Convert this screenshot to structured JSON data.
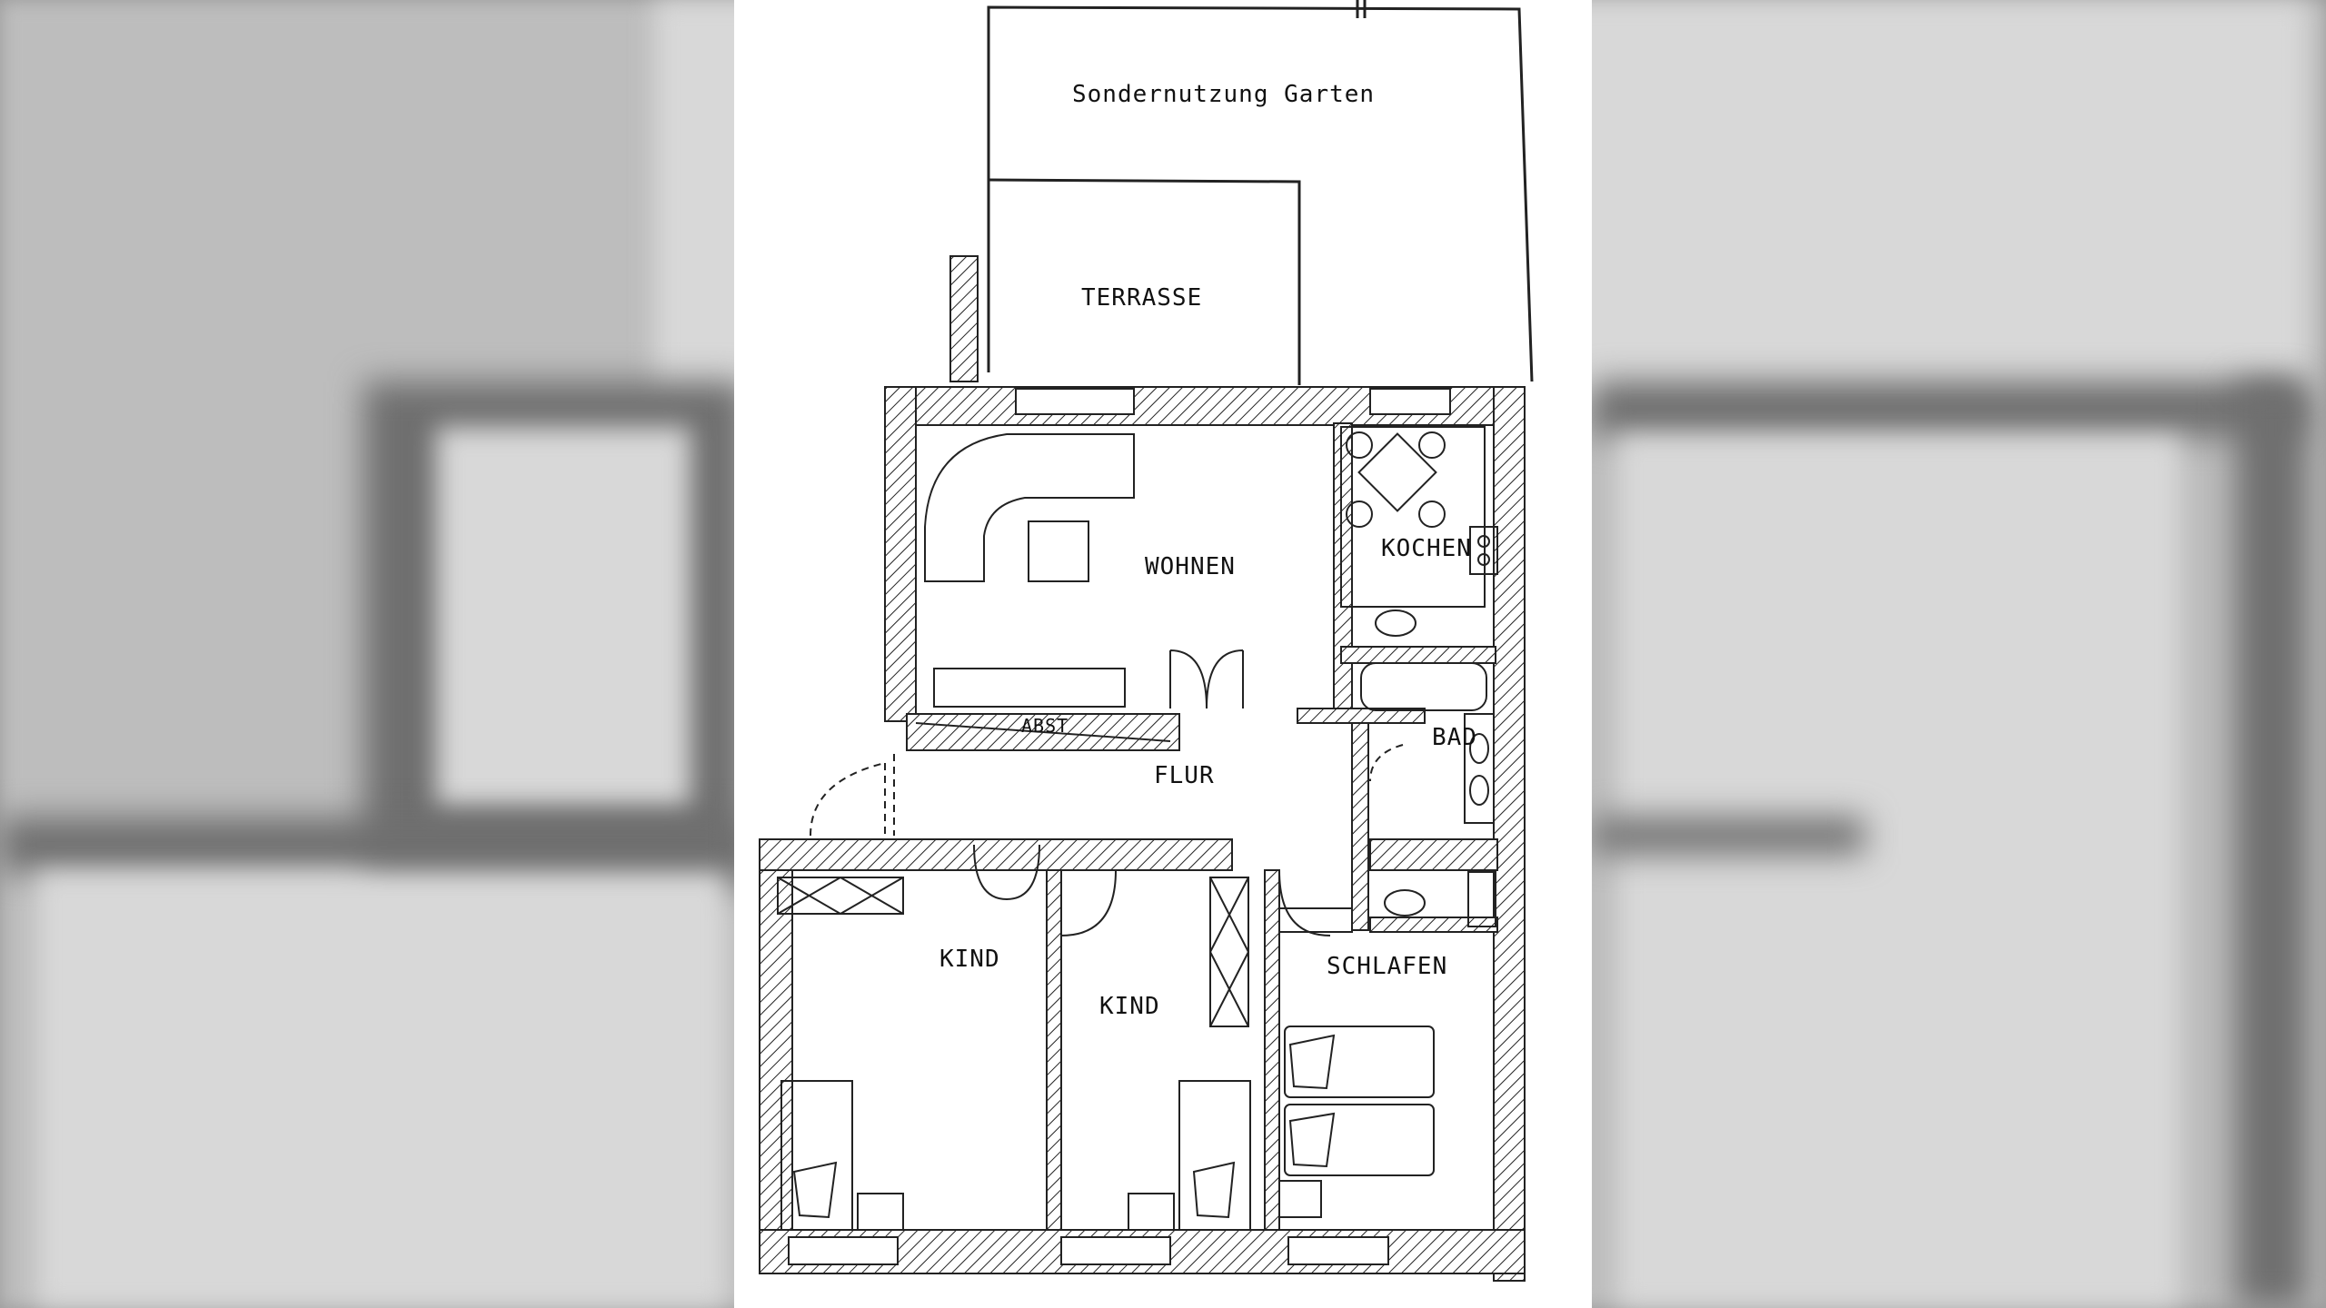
{
  "plan": {
    "garden_label": "Sondernutzung Garten",
    "terrace_label": "TERRASSE",
    "living_label": "WOHNEN",
    "kitchen_label": "KOCHEN",
    "bath_label": "BAD",
    "storage_label": "ABST",
    "hall_label": "FLUR",
    "child1_label": "KIND",
    "child2_label": "KIND",
    "bedroom_label": "SCHLAFEN"
  },
  "colors": {
    "wall_fill": "#ffffff",
    "wall_stroke": "#111111",
    "backdrop": "#9a9a9a"
  }
}
